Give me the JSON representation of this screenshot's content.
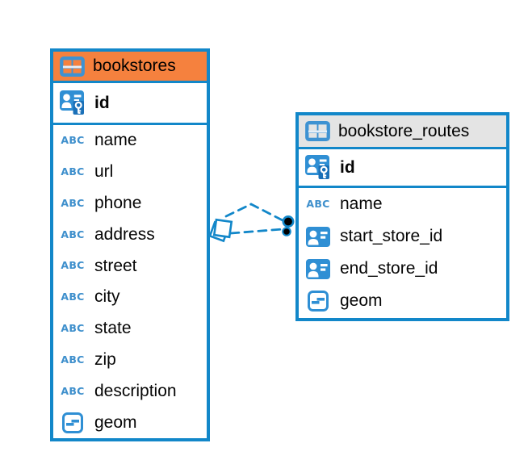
{
  "diagram": {
    "tables": [
      {
        "name": "bookstores",
        "header_color": "#F5813E",
        "icon": "table-icon",
        "columns": [
          {
            "name": "id",
            "icon": "primary-key-user-icon",
            "primary": true
          },
          {
            "name": "name",
            "icon": "text-icon"
          },
          {
            "name": "url",
            "icon": "text-icon"
          },
          {
            "name": "phone",
            "icon": "text-icon"
          },
          {
            "name": "address",
            "icon": "text-icon"
          },
          {
            "name": "street",
            "icon": "text-icon"
          },
          {
            "name": "city",
            "icon": "text-icon"
          },
          {
            "name": "state",
            "icon": "text-icon"
          },
          {
            "name": "zip",
            "icon": "text-icon"
          },
          {
            "name": "description",
            "icon": "text-icon"
          },
          {
            "name": "geom",
            "icon": "geometry-icon"
          }
        ]
      },
      {
        "name": "bookstore_routes",
        "header_color": "#E4E4E4",
        "icon": "table-icon",
        "columns": [
          {
            "name": "id",
            "icon": "primary-key-user-icon",
            "primary": true
          },
          {
            "name": "name",
            "icon": "text-icon"
          },
          {
            "name": "start_store_id",
            "icon": "foreign-key-user-icon"
          },
          {
            "name": "end_store_id",
            "icon": "foreign-key-user-icon"
          },
          {
            "name": "geom",
            "icon": "geometry-icon"
          }
        ]
      }
    ],
    "relationships": [
      {
        "source_table": "bookstores",
        "target_table": "bookstore_routes",
        "source_marker": "diamond",
        "target_marker": "filled-circle",
        "line_style": "dashed"
      },
      {
        "source_table": "bookstores",
        "target_table": "bookstore_routes",
        "source_marker": "diamond",
        "target_marker": "filled-circle",
        "line_style": "dashed"
      }
    ],
    "icons": {
      "text_glyph": "ABC"
    },
    "colors": {
      "accent_blue": "#1287C9",
      "icon_blue": "#2F8FD4",
      "table_icon_blue": "#3E92D2",
      "key_badge_blue": "#1A70B8",
      "header_orange": "#F5813E",
      "header_gray": "#E4E4E4",
      "endpoint_black": "#000000",
      "text_black": "#060606",
      "background": "#FFFFFF"
    }
  }
}
